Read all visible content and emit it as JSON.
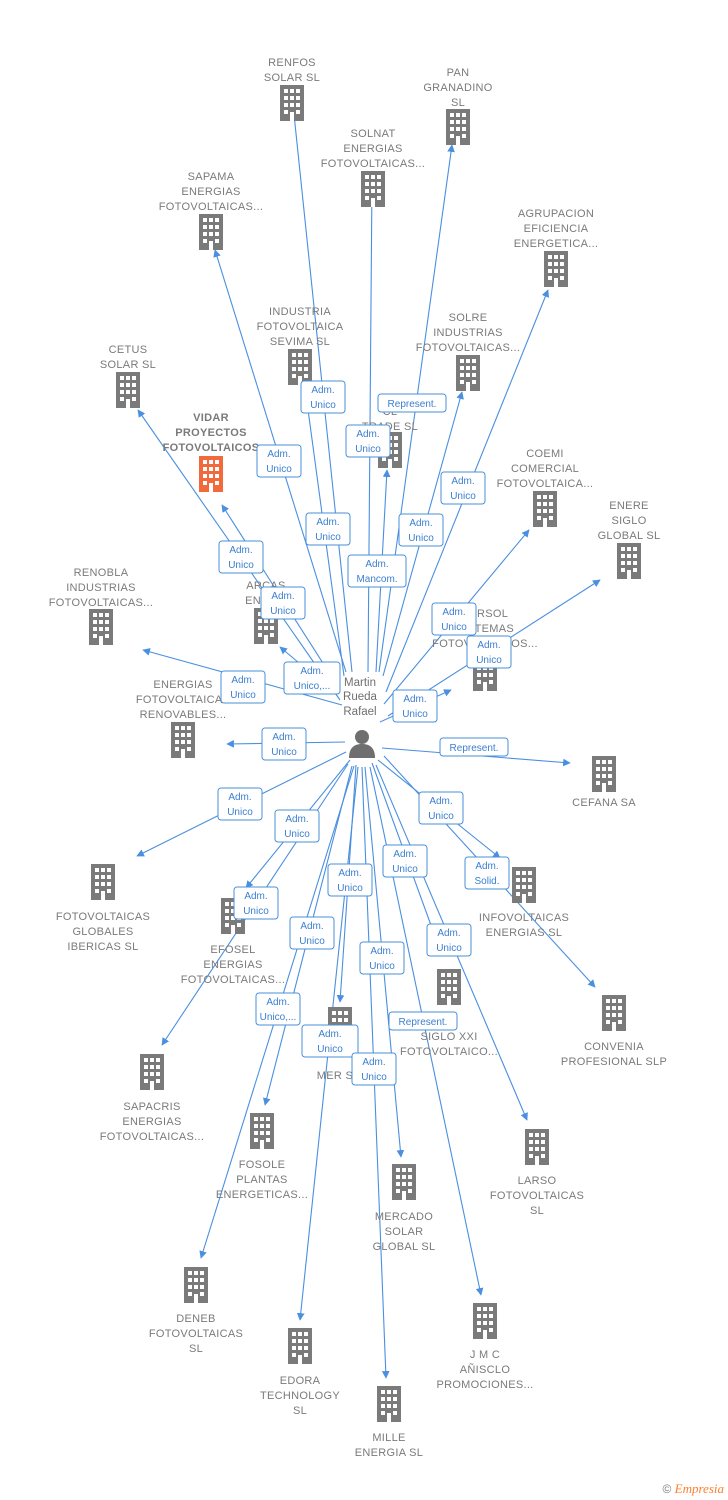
{
  "colors": {
    "edge": "#4a8fe0",
    "building": "#7a7a7a",
    "building_main": "#f26a3c",
    "role_text": "#3b7fd0"
  },
  "person": {
    "name": [
      "Martin",
      "Rueda",
      "Rafael"
    ],
    "icon": "person-icon"
  },
  "companies": [
    {
      "id": "renfos",
      "lines": [
        "RENFOS",
        "SOLAR  SL"
      ]
    },
    {
      "id": "pan",
      "lines": [
        "PAN",
        "GRANADINO",
        "SL"
      ]
    },
    {
      "id": "solnat",
      "lines": [
        "SOLNAT",
        "ENERGIAS",
        "FOTOVOLTAICAS..."
      ]
    },
    {
      "id": "sapama",
      "lines": [
        "SAPAMA",
        "ENERGIAS",
        "FOTOVOLTAICAS..."
      ]
    },
    {
      "id": "agrupacion",
      "lines": [
        "AGRUPACION",
        "EFICIENCIA",
        "ENERGETICA..."
      ]
    },
    {
      "id": "industria",
      "lines": [
        "INDUSTRIA",
        "FOTOVOLTAICA",
        "SEVIMA  SL"
      ]
    },
    {
      "id": "solre",
      "lines": [
        "SOLRE",
        "INDUSTRIAS",
        "FOTOVOLTAICAS..."
      ]
    },
    {
      "id": "cetus",
      "lines": [
        "CETUS",
        "SOLAR SL"
      ]
    },
    {
      "id": "cl",
      "lines": [
        "CL",
        "TRADE SL"
      ]
    },
    {
      "id": "vidar",
      "lines": [
        "VIDAR",
        "PROYECTOS",
        "FOTOVOLTAICOS"
      ],
      "main": true
    },
    {
      "id": "coemi",
      "lines": [
        "COEMI",
        "COMERCIAL",
        "FOTOVOLTAICA..."
      ]
    },
    {
      "id": "enere",
      "lines": [
        "ENERE",
        "SIGLO",
        "GLOBAL  SL"
      ]
    },
    {
      "id": "renobla",
      "lines": [
        "RENOBLA",
        "INDUSTRIAS",
        "FOTOVOLTAICAS..."
      ]
    },
    {
      "id": "arcas",
      "lines": [
        "ARCAS",
        "ENER..."
      ]
    },
    {
      "id": "versol",
      "lines": [
        "VERSOL",
        "SISTEMAS",
        "FOTOVOLTAICOS..."
      ]
    },
    {
      "id": "energias",
      "lines": [
        "ENERGIAS",
        "FOTOVOLTAICAS",
        "RENOVABLES..."
      ]
    },
    {
      "id": "cefana",
      "lines": [
        "CEFANA SA"
      ]
    },
    {
      "id": "fotoglob",
      "lines": [
        "FOTOVOLTAICAS",
        "GLOBALES",
        "IBERICAS  SL"
      ]
    },
    {
      "id": "efosel",
      "lines": [
        "EFOSEL",
        "ENERGIAS",
        "FOTOVOLTAICAS..."
      ]
    },
    {
      "id": "infovolt",
      "lines": [
        "INFOVOLTAICAS",
        "ENERGIAS  SL"
      ]
    },
    {
      "id": "siglo",
      "lines": [
        "...N",
        "SIGLO XXI",
        "FOTOVOLTAICO..."
      ]
    },
    {
      "id": "convenia",
      "lines": [
        "CONVENIA",
        "PROFESIONAL SLP"
      ]
    },
    {
      "id": "mer",
      "lines": [
        "MER S..."
      ]
    },
    {
      "id": "sapacris",
      "lines": [
        "SAPACRIS",
        "ENERGIAS",
        "FOTOVOLTAICAS..."
      ]
    },
    {
      "id": "fosole",
      "lines": [
        "FOSOLE",
        "PLANTAS",
        "ENERGETICAS..."
      ]
    },
    {
      "id": "larso",
      "lines": [
        "LARSO",
        "FOTOVOLTAICAS",
        "SL"
      ]
    },
    {
      "id": "mercado",
      "lines": [
        "MERCADO",
        "SOLAR",
        "GLOBAL  SL"
      ]
    },
    {
      "id": "deneb",
      "lines": [
        "DENEB",
        "FOTOVOLTAICAS",
        "SL"
      ]
    },
    {
      "id": "jmc",
      "lines": [
        "J M C",
        "AÑISCLO",
        "PROMOCIONES..."
      ]
    },
    {
      "id": "edora",
      "lines": [
        "EDORA",
        "TECHNOLOGY",
        "SL"
      ]
    },
    {
      "id": "mille",
      "lines": [
        "MILLE",
        "ENERGIA  SL"
      ]
    }
  ],
  "roles": [
    {
      "id": "r1",
      "lines": [
        "Adm.",
        "Unico"
      ]
    },
    {
      "id": "r2",
      "lines": [
        "Represent."
      ]
    },
    {
      "id": "r3",
      "lines": [
        "Adm.",
        "Unico"
      ]
    },
    {
      "id": "r4",
      "lines": [
        "Adm.",
        "Unico"
      ]
    },
    {
      "id": "r5",
      "lines": [
        "Adm.",
        "Unico"
      ]
    },
    {
      "id": "r6",
      "lines": [
        "Adm.",
        "Unico"
      ]
    },
    {
      "id": "r7",
      "lines": [
        "Adm.",
        "Unico"
      ]
    },
    {
      "id": "r8",
      "lines": [
        "Adm.",
        "Unico"
      ]
    },
    {
      "id": "r9",
      "lines": [
        "Adm.",
        "Mancom."
      ]
    },
    {
      "id": "r10",
      "lines": [
        "Adm.",
        "Unico"
      ]
    },
    {
      "id": "r11",
      "lines": [
        "Adm.",
        "Unico"
      ]
    },
    {
      "id": "r12",
      "lines": [
        "Adm.",
        "Unico"
      ]
    },
    {
      "id": "r13",
      "lines": [
        "Adm.",
        "Unico,..."
      ]
    },
    {
      "id": "r14",
      "lines": [
        "Adm.",
        "Unico"
      ]
    },
    {
      "id": "r15",
      "lines": [
        "Adm.",
        "Unico"
      ]
    },
    {
      "id": "r16",
      "lines": [
        "Adm.",
        "Unico"
      ]
    },
    {
      "id": "r17",
      "lines": [
        "Represent."
      ]
    },
    {
      "id": "r18",
      "lines": [
        "Adm.",
        "Unico"
      ]
    },
    {
      "id": "r19",
      "lines": [
        "Adm.",
        "Unico"
      ]
    },
    {
      "id": "r20",
      "lines": [
        "Adm.",
        "Unico"
      ]
    },
    {
      "id": "r21",
      "lines": [
        "Adm.",
        "Unico"
      ]
    },
    {
      "id": "r22",
      "lines": [
        "Adm.",
        "Solid."
      ]
    },
    {
      "id": "r23",
      "lines": [
        "Adm.",
        "Unico"
      ]
    },
    {
      "id": "r24",
      "lines": [
        "Adm.",
        "Unico"
      ]
    },
    {
      "id": "r25",
      "lines": [
        "Adm.",
        "Unico"
      ]
    },
    {
      "id": "r26",
      "lines": [
        "Adm.",
        "Unico"
      ]
    },
    {
      "id": "r27",
      "lines": [
        "Adm.",
        "Unico"
      ]
    },
    {
      "id": "r28",
      "lines": [
        "Adm.",
        "Unico,..."
      ]
    },
    {
      "id": "r29",
      "lines": [
        "Represent."
      ]
    },
    {
      "id": "r30",
      "lines": [
        "Adm.",
        "Unico"
      ]
    }
  ],
  "brand": {
    "symbol": "©",
    "name": "Empresia"
  }
}
